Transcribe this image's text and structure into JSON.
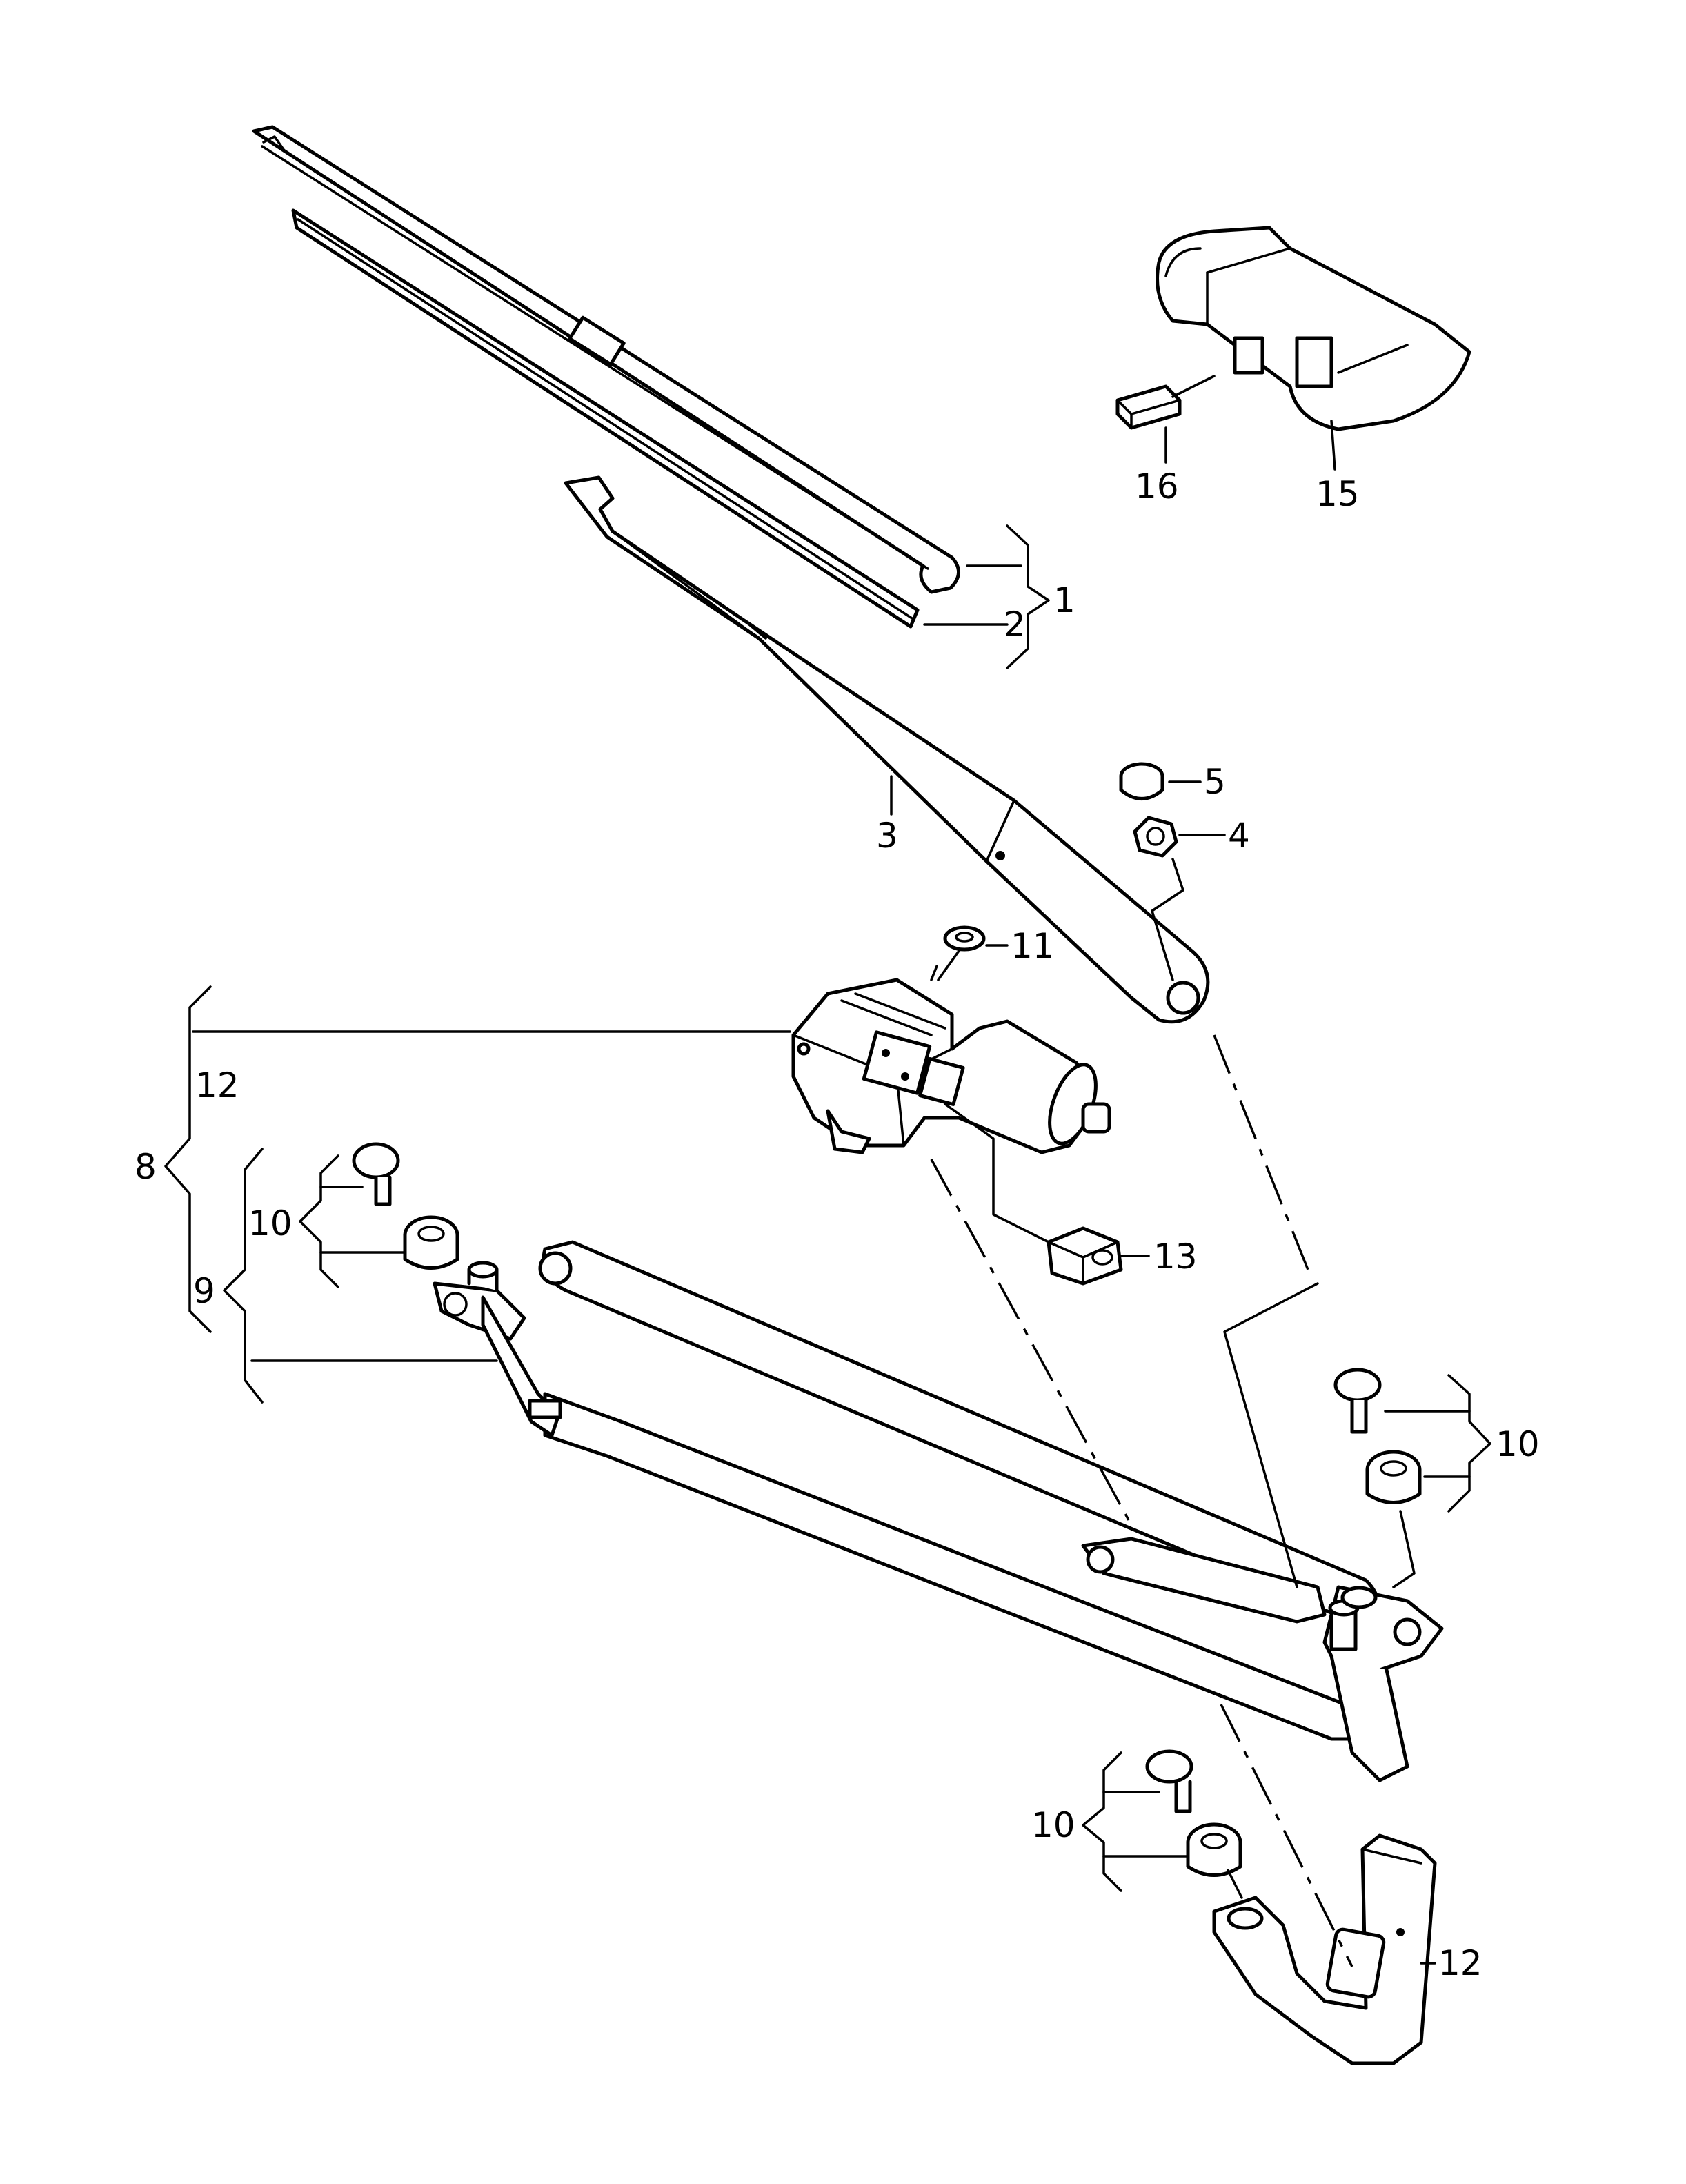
{
  "diagram": {
    "colors": {
      "line": "#000000",
      "background": "#ffffff"
    },
    "labels": {
      "p1": "1",
      "p2": "2",
      "p3": "3",
      "p4": "4",
      "p5": "5",
      "p8": "8",
      "p9": "9",
      "p10_left": "10",
      "p10_right": "10",
      "p10_bottom": "10",
      "p11": "11",
      "p12_left": "12",
      "p12_bottom": "12",
      "p13": "13",
      "p15": "15",
      "p16": "16"
    }
  }
}
